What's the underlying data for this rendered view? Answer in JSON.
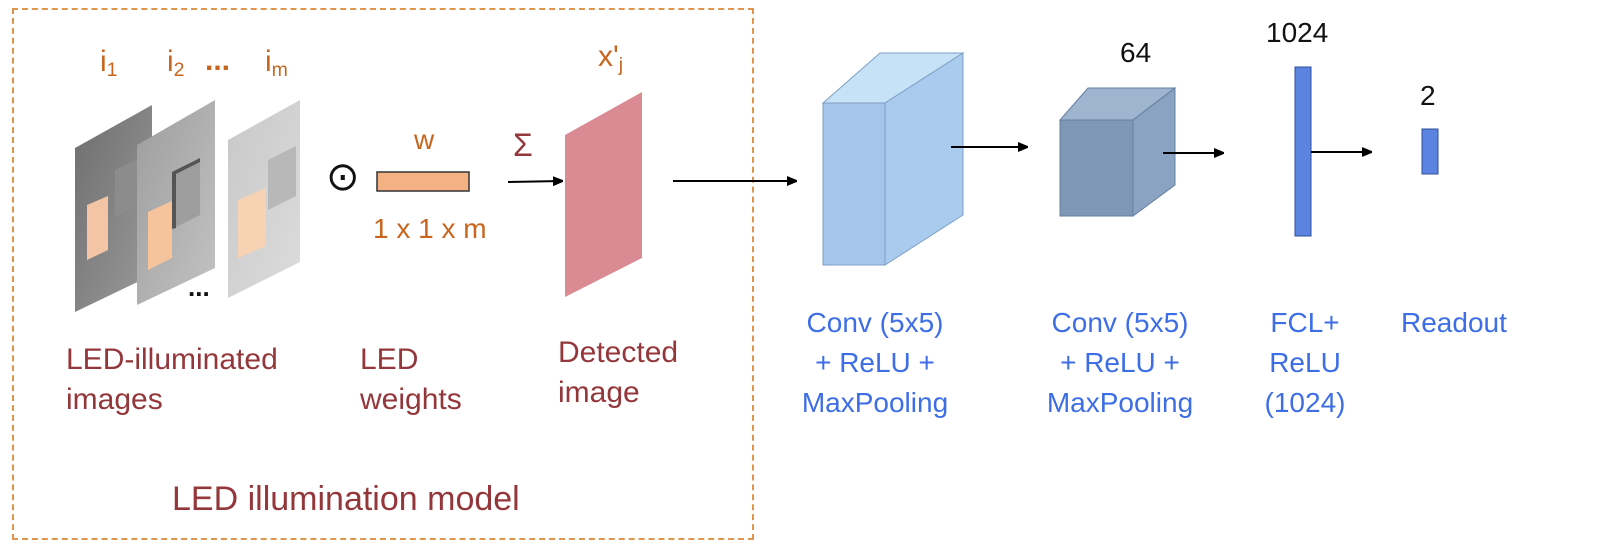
{
  "colors": {
    "frame_border": "#e0954f",
    "orange_text": "#c8651e",
    "dark_red_text": "#93373a",
    "blue_text": "#3d6ee6",
    "weight_bar": "#f4b183",
    "detected_image": "#d98a93",
    "conv1_block": "#a9cbee",
    "conv2_block": "#8aa3c2",
    "fcl_bar": "#5b83e0"
  },
  "model": {
    "title": "LED illumination model",
    "image_labels": {
      "i": "i",
      "sub1": "1",
      "sub2": "2",
      "ellipsis": "...",
      "subm": "m"
    },
    "stack_ellipsis": "...",
    "hadamard_symbol": "⊙",
    "weight_label": "w",
    "weight_dims": "1 x 1 x m",
    "sum_symbol": "Σ",
    "detected_symbol": {
      "x": "x'",
      "sub": "j"
    },
    "captions": {
      "images_line1": "LED-illuminated",
      "images_line2": "images",
      "weights_line1": "LED",
      "weights_line2": "weights",
      "detected_line1": "Detected",
      "detected_line2": "image"
    }
  },
  "network": {
    "conv2_size": "64",
    "fcl_size": "1024",
    "readout_size": "2",
    "conv1_caption": [
      "Conv (5x5)",
      "+ ReLU +",
      "MaxPooling"
    ],
    "conv2_caption": [
      "Conv (5x5)",
      "+ ReLU +",
      "MaxPooling"
    ],
    "fcl_caption": [
      "FCL+",
      "ReLU",
      "(1024)"
    ],
    "readout_caption": "Readout"
  }
}
